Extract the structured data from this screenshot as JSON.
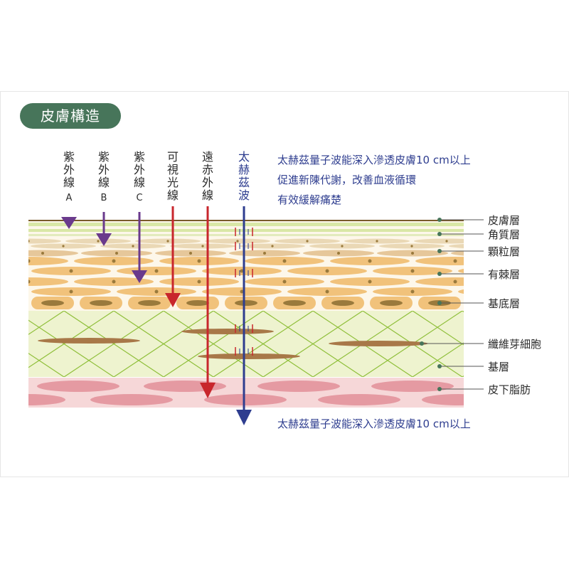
{
  "title": "皮膚構造",
  "rays": [
    {
      "chars": [
        "紫",
        "外",
        "線"
      ],
      "sub": "A",
      "color": "#6a3a8c",
      "ends_in": "角質層"
    },
    {
      "chars": [
        "紫",
        "外",
        "線"
      ],
      "sub": "B",
      "color": "#6a3a8c",
      "ends_in": "顆粒層"
    },
    {
      "chars": [
        "紫",
        "外",
        "線"
      ],
      "sub": "C",
      "color": "#6a3a8c",
      "ends_in": "有棘層"
    },
    {
      "chars": [
        "可",
        "視",
        "光",
        "線"
      ],
      "sub": "",
      "color": "#c8262c",
      "ends_in": "基底層"
    },
    {
      "chars": [
        "遠",
        "赤",
        "外",
        "線"
      ],
      "sub": "",
      "color": "#c8262c",
      "ends_in": "皮下脂肪"
    },
    {
      "chars": [
        "太",
        "赫",
        "茲",
        "波"
      ],
      "sub": "",
      "color": "#2e3d8f",
      "ends_in": "皮下脂肪以下"
    }
  ],
  "description": [
    "太赫茲量子波能深入滲透皮膚10 cm以上",
    "促進新陳代謝，改善血液循環",
    "有效緩解痛楚"
  ],
  "bottom_note": "太赫茲量子波能深入滲透皮膚10 cm以上",
  "layers": [
    "皮膚層",
    "角質層",
    "顆粒層",
    "有棘層",
    "基底層",
    "纖維芽細胞",
    "基層",
    "皮下脂肪"
  ],
  "colors": {
    "badge": "#47755a",
    "purple_arrow": "#6a3a8c",
    "red_arrow": "#c8262c",
    "blue_arrow": "#2e3d8f",
    "dermis_bg": "#eef3cf",
    "dermis_lines": "#8fbf3a",
    "fat_bg": "#f6d7d8",
    "fat_cell": "#e59aa2",
    "cell_orange": "#f1c27b",
    "nucleus": "#9a7a3c"
  }
}
